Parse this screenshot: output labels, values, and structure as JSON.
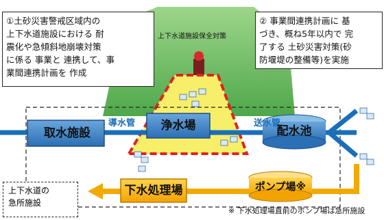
{
  "callouts": {
    "left": "①土砂災害警戒区域内の\n上下水道施設における 耐\n震化や急傾斜地崩壊対策\nに係る 事業と 連携して、事\n業間連携計画を 作成",
    "right": "② 事業間連携計画に 基\nづき、概ね5年以内で 完\n了する 土砂災害対策(砂\n防堰堤の整備等)を実施"
  },
  "mountain_title": "上下水道施設保全対策",
  "flows": {
    "conduit": "導水管",
    "supply": "送水管"
  },
  "facilities": {
    "intake": "取水施設",
    "purification": "浄水場",
    "distribution": "配水池",
    "sewage": "下水処理場",
    "pump": "ポンプ場※"
  },
  "emergency_box": "上下水道の\n急所施設",
  "footnote": "※ 下水処理場直前のポンプ場は急所施設",
  "colors": {
    "water": "#1a6fb7",
    "sewer": "#f2a900",
    "mountain": "#7cc66b",
    "red_dashed": "#e3211f",
    "highlight": "#f7ef6a"
  }
}
